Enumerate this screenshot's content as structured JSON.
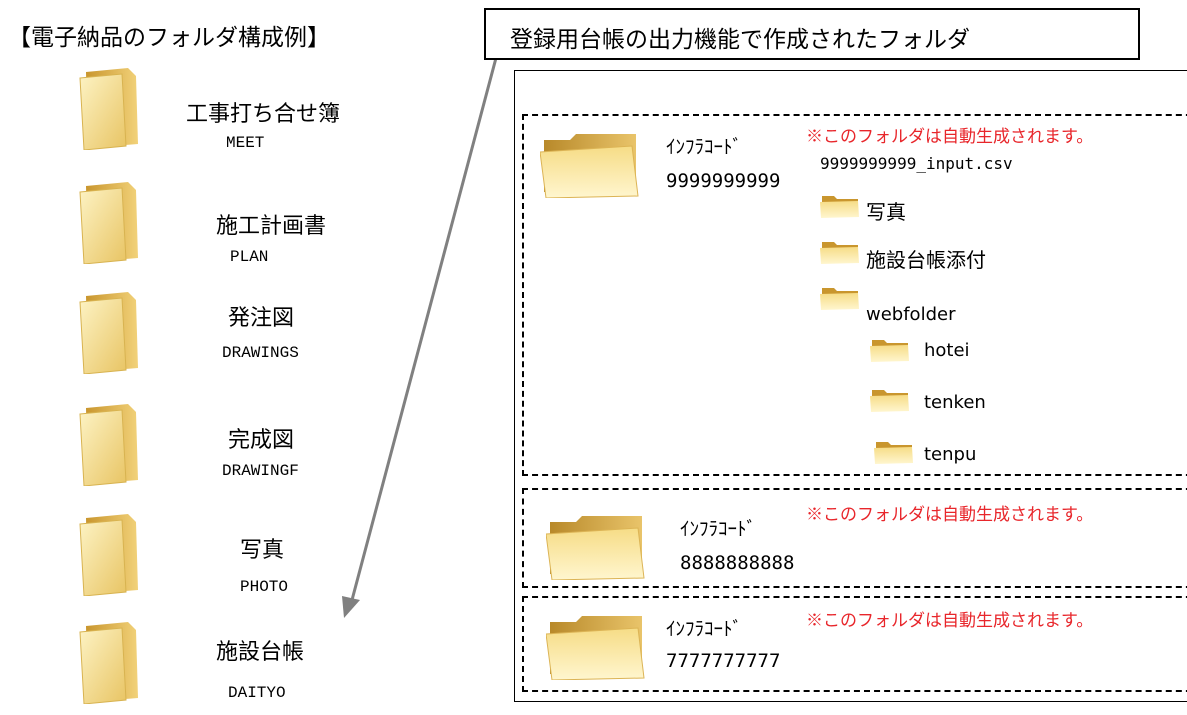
{
  "left_panel": {
    "title": "【電子納品のフォルダ構成例】",
    "folders": [
      {
        "jp": "工事打ち合せ簿",
        "en": "MEET"
      },
      {
        "jp": "施工計画書",
        "en": "PLAN"
      },
      {
        "jp": "発注図",
        "en": "DRAWINGS"
      },
      {
        "jp": "完成図",
        "en": "DRAWINGF"
      },
      {
        "jp": "写真",
        "en": "PHOTO"
      },
      {
        "jp": "施設台帳",
        "en": "DAITYO"
      }
    ]
  },
  "right_panel": {
    "title": "登録用台帳の出力機能で作成されたフォルダ",
    "auto_note": "※このフォルダは自動生成されます。",
    "groups": [
      {
        "label": "ｲﾝﾌﾗｺｰﾄﾞ",
        "code": "9999999999"
      },
      {
        "label": "ｲﾝﾌﾗｺｰﾄﾞ",
        "code": "8888888888"
      },
      {
        "label": "ｲﾝﾌﾗｺｰﾄﾞ",
        "code": "7777777777"
      }
    ],
    "csv_file": "9999999999_input.csv",
    "subfolders": [
      "写真",
      "施設台帳添付",
      "webfolder"
    ],
    "web_subfolders": [
      "hotei",
      "tenken",
      "tenpu"
    ]
  },
  "colors": {
    "note_red": "#e8262b",
    "arrow_gray": "#808080",
    "folder_light": "#fbeaa0",
    "folder_dark": "#d9aa3c"
  }
}
